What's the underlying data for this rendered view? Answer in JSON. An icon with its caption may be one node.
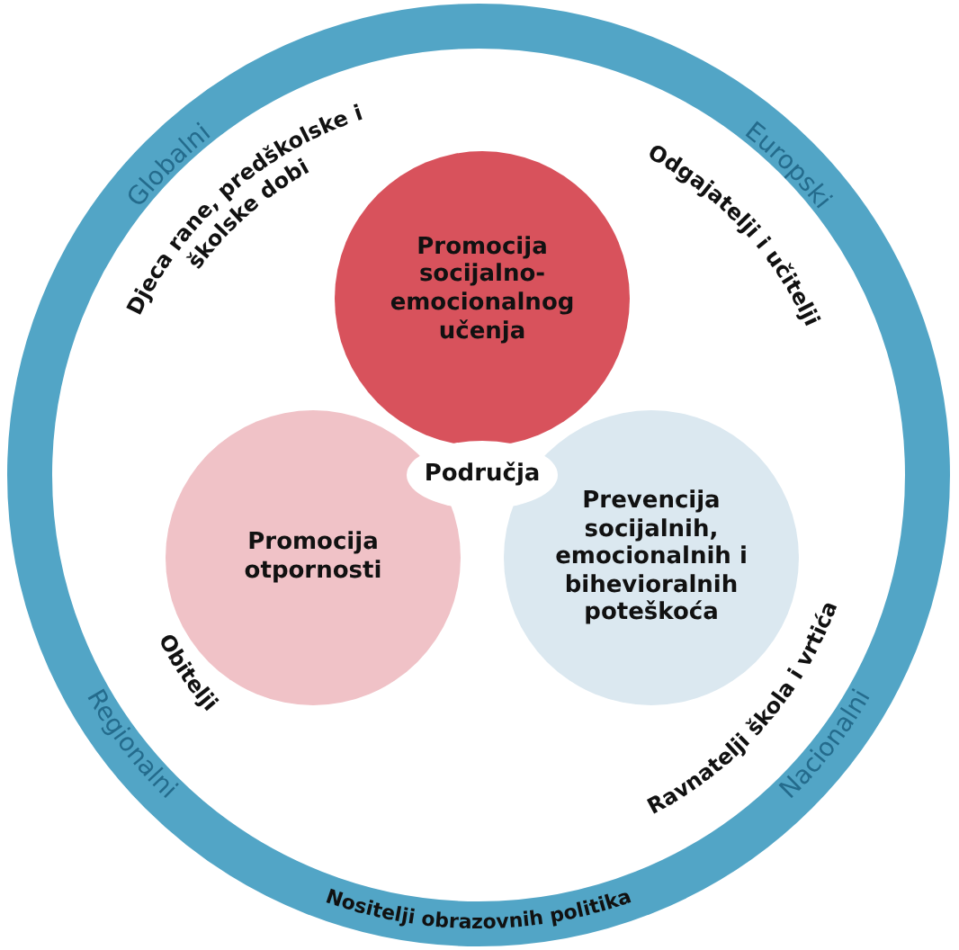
{
  "diagram": {
    "nodes": [
      {
        "text": [
          "Globalni",
          "Europski",
          "Regionalni",
          "Nacionalni",
          "Nositelji obrazovnih politika"
        ]
      },
      {
        "text": [
          "Promocija socijalno-emocionalnog učenja"
        ],
        "in": 0
      },
      {
        "text": [
          "Promocija otpornosti"
        ],
        "in": 0
      },
      {
        "text": [
          "Prevencija socijalnih, emocionalnih i bihevioralnih poteškoća"
        ],
        "in": 0
      },
      {
        "text": [
          "Područja"
        ],
        "in": 0
      }
    ],
    "edges": [],
    "labels": [
      "Djeca rane, predškolske i školske dobi",
      "Odgajatelji i učitelji",
      "Obitelji",
      "Ravnatelji škola i vrtića"
    ]
  }
}
